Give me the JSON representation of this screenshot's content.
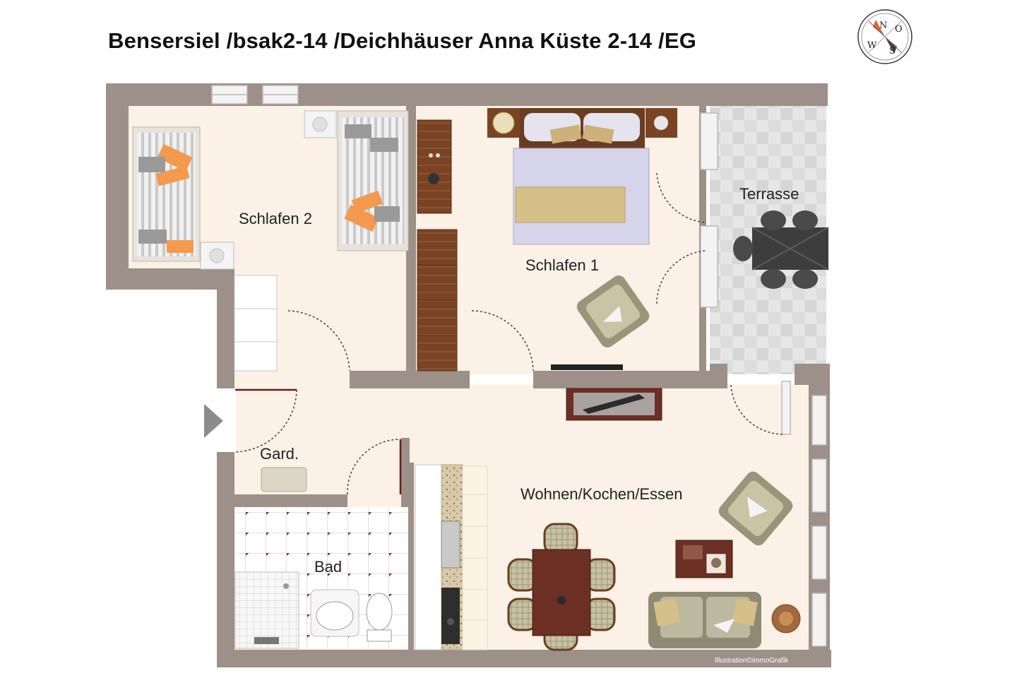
{
  "title": "Bensersiel /bsak2-14 /Deichhäuser Anna Küste 2-14 /EG",
  "rooms": {
    "schlafen2": "Schlafen 2",
    "schlafen1": "Schlafen 1",
    "terrasse": "Terrasse",
    "garderobe": "Gard.",
    "wohnen": "Wohnen/Kochen/Essen",
    "bad": "Bad"
  },
  "compass": {
    "n": "N",
    "o": "O",
    "s": "S",
    "w": "W"
  },
  "credit": "Illustration©immoGrafik",
  "colors": {
    "wall": "#9d9088",
    "floor": "#fbf1e6",
    "wood": "#7a4424",
    "terrace_tile": "#e4e4e4",
    "accent_orange": "#f39a4f"
  }
}
